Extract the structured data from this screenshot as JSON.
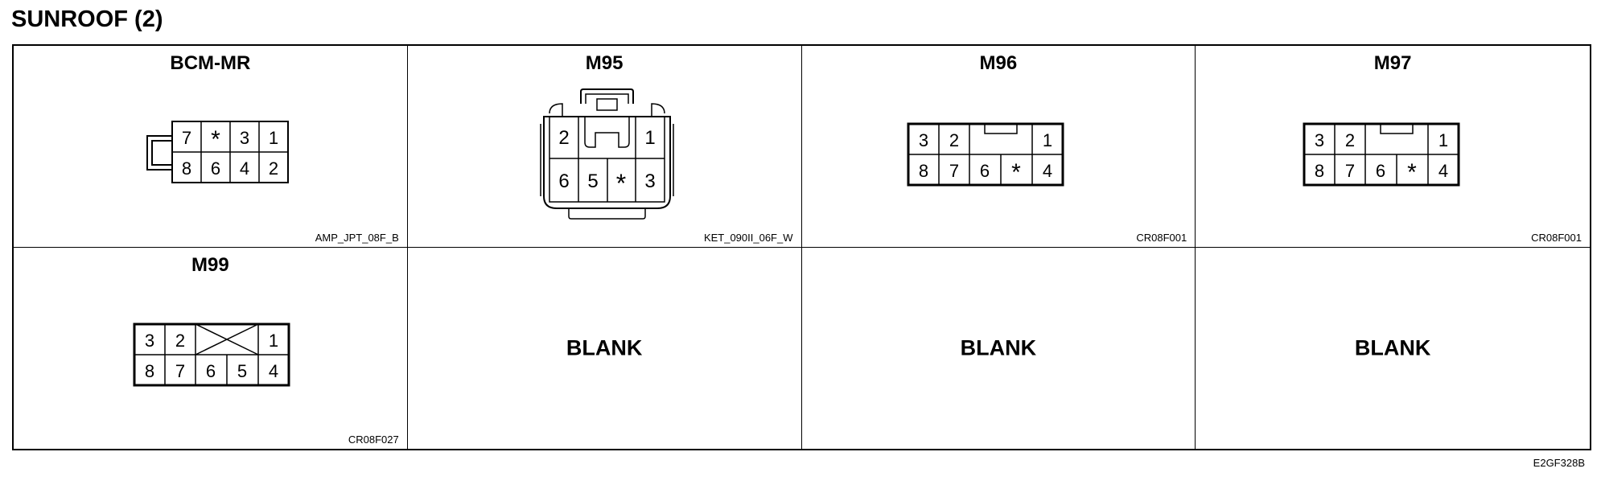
{
  "title": "SUNROOF (2)",
  "footer_code": "E2GF328B",
  "connectors": [
    {
      "name": "BCM-MR",
      "code": "AMP_JPT_08F_B",
      "top_row": [
        "7",
        "*",
        "3",
        "1"
      ],
      "bottom_row": [
        "8",
        "6",
        "4",
        "2"
      ]
    },
    {
      "name": "M95",
      "code": "KET_090II_06F_W",
      "top_row": [
        "2",
        "1"
      ],
      "bottom_row": [
        "6",
        "5",
        "*",
        "3"
      ]
    },
    {
      "name": "M96",
      "code": "CR08F001",
      "top_row": [
        "3",
        "2",
        "1"
      ],
      "bottom_row": [
        "8",
        "7",
        "6",
        "*",
        "4"
      ]
    },
    {
      "name": "M97",
      "code": "CR08F001",
      "top_row": [
        "3",
        "2",
        "1"
      ],
      "bottom_row": [
        "8",
        "7",
        "6",
        "*",
        "4"
      ]
    },
    {
      "name": "M99",
      "code": "CR08F027",
      "top_row": [
        "3",
        "2",
        "1"
      ],
      "bottom_row": [
        "8",
        "7",
        "6",
        "5",
        "4"
      ]
    }
  ],
  "blank_label": "BLANK"
}
